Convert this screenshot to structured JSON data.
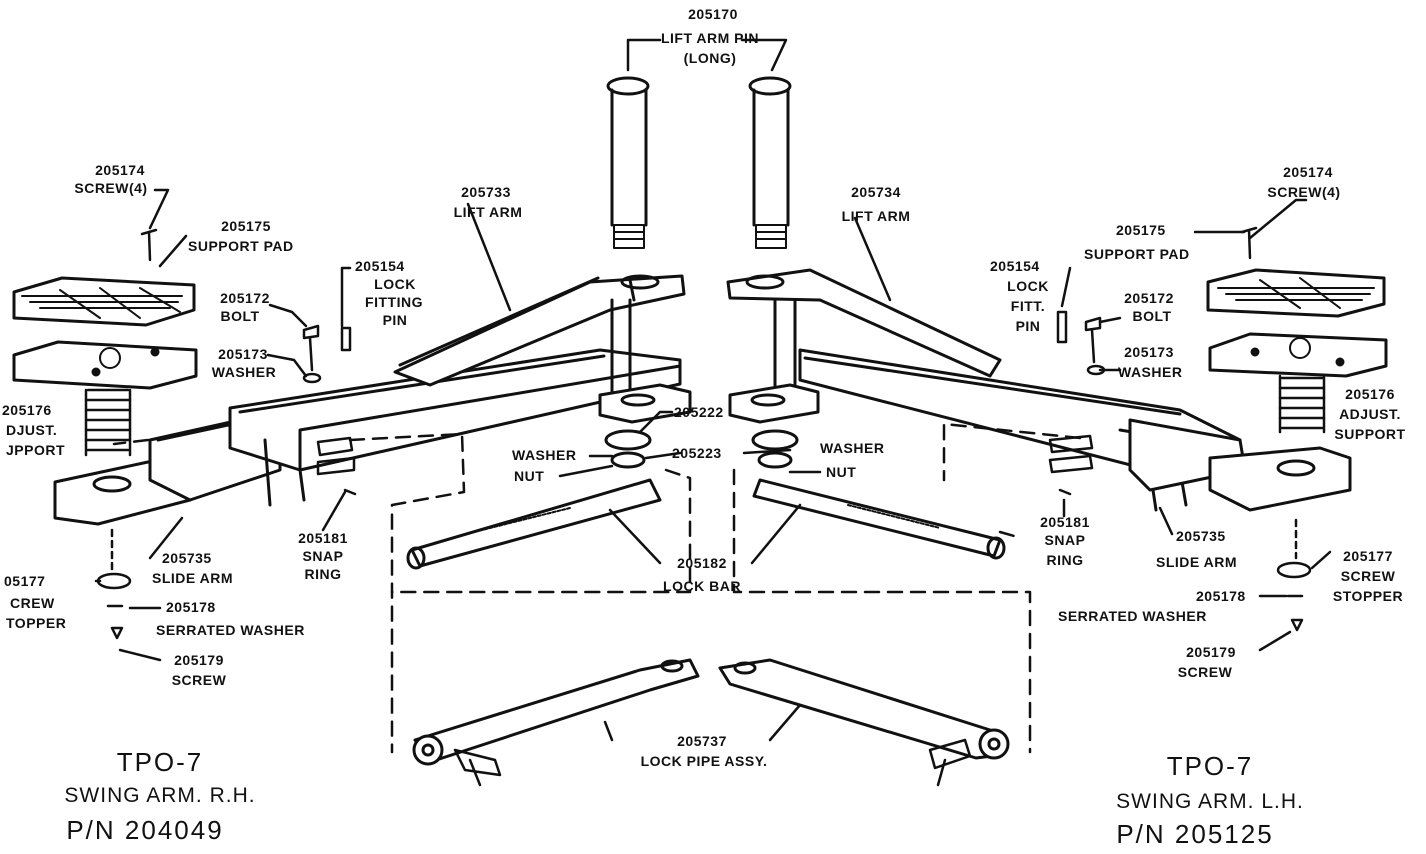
{
  "left_assembly": {
    "title": "TPO-7",
    "subtitle": "SWING ARM. R.H.",
    "part_number": "P/N 204049",
    "labels": {
      "screw_pn": "205174",
      "screw_name": "SCREW(4)",
      "pad_pn": "205175",
      "pad_name": "SUPPORT PAD",
      "bolt_pn": "205172",
      "bolt_name": "BOLT",
      "washer_pn": "205173",
      "washer_name": "WASHER",
      "adjust_pn": "205176",
      "adjust_name1": "DJUST.",
      "adjust_name2": "JPPORT",
      "pin_pn": "205154",
      "pin_name1": "LOCK",
      "pin_name2": "FITTING",
      "pin_name3": "PIN",
      "arm_pn": "205733",
      "arm_name": "LIFT ARM",
      "snap_pn": "205181",
      "snap_name1": "SNAP",
      "snap_name2": "RING",
      "slide_pn": "205735",
      "slide_name": "SLIDE ARM",
      "stopper_pn": "05177",
      "stopper_name1": "CREW",
      "stopper_name2": "TOPPER",
      "serr_pn": "205178",
      "serr_name": "SERRATED WASHER",
      "screw2_pn": "205179",
      "screw2_name": "SCREW"
    }
  },
  "right_assembly": {
    "title": "TPO-7",
    "subtitle": "SWING ARM. L.H.",
    "part_number": "P/N 205125",
    "labels": {
      "screw_pn": "205174",
      "screw_name": "SCREW(4)",
      "pad_pn": "205175",
      "pad_name": "SUPPORT PAD",
      "pin_pn": "205154",
      "pin_name1": "LOCK",
      "pin_name2": "FITT.",
      "pin_name3": "PIN",
      "bolt_pn": "205172",
      "bolt_name": "BOLT",
      "washer_pn": "205173",
      "washer_name": "WASHER",
      "adjust_pn": "205176",
      "adjust_name1": "ADJUST.",
      "adjust_name2": "SUPPORT",
      "arm_pn": "205734",
      "arm_name": "LIFT ARM",
      "snap_pn": "205181",
      "snap_name1": "SNAP",
      "snap_name2": "RING",
      "slide_pn": "205735",
      "slide_name": "SLIDE ARM",
      "stopper_pn": "205177",
      "stopper_name1": "SCREW",
      "stopper_name2": "STOPPER",
      "serr_pn": "205178",
      "serr_name": "SERRATED WASHER",
      "screw2_pn": "205179",
      "screw2_name": "SCREW"
    }
  },
  "center": {
    "pin_pn": "205170",
    "pin_name": "LIFT ARM PIN",
    "pin_note": "(LONG)",
    "washer_pn": "205222",
    "washer_name": "WASHER",
    "nut_pn": "205223",
    "nut_name": "NUT",
    "lockbar_pn": "205182",
    "lockbar_name": "LOCK BAR",
    "lockpipe_pn": "205737",
    "lockpipe_name": "LOCK PIPE ASSY."
  }
}
